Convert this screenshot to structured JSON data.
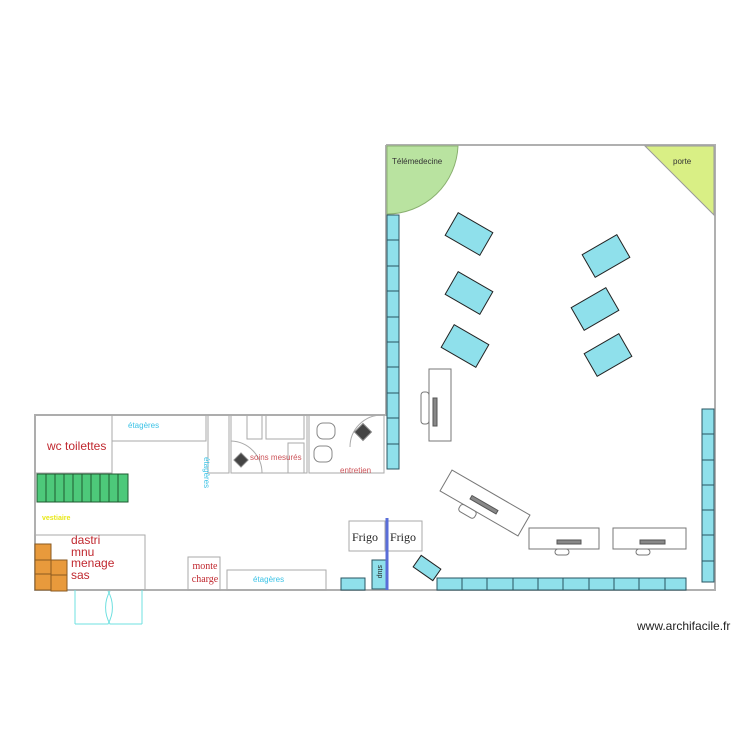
{
  "plan": {
    "rooms": {
      "telemedecine": "Télémedecine",
      "porte": "porte",
      "wc": "wc toilettes",
      "etageres_top": "étagères",
      "etageres_vertical": "étagères",
      "soins": "soins mesurés",
      "entretien": "entretien",
      "vestiaire": "vestiaire",
      "storage_lines": [
        "dastri",
        "mnu",
        "menage",
        "sas"
      ],
      "monte_charge_lines": [
        "monte",
        "charge"
      ],
      "etageres_bottom": "étagères",
      "frigo_left": "Frigo",
      "frigo_right": "Frigo",
      "stup": "stup"
    },
    "colors": {
      "wall": "#b0b0b0",
      "furniture_cyan": "#8fe0eb",
      "furniture_stroke": "#2a5560",
      "green_zone": "#b9e3a0",
      "yellow_zone": "#d9ef85",
      "green_lockers": "#4dc97a",
      "orange_boxes": "#e89a3c",
      "label_red": "#c0282f",
      "label_cyan": "#3cc3e6",
      "divider_blue": "#5a6ed8"
    }
  },
  "watermark": "www.archifacile.fr"
}
